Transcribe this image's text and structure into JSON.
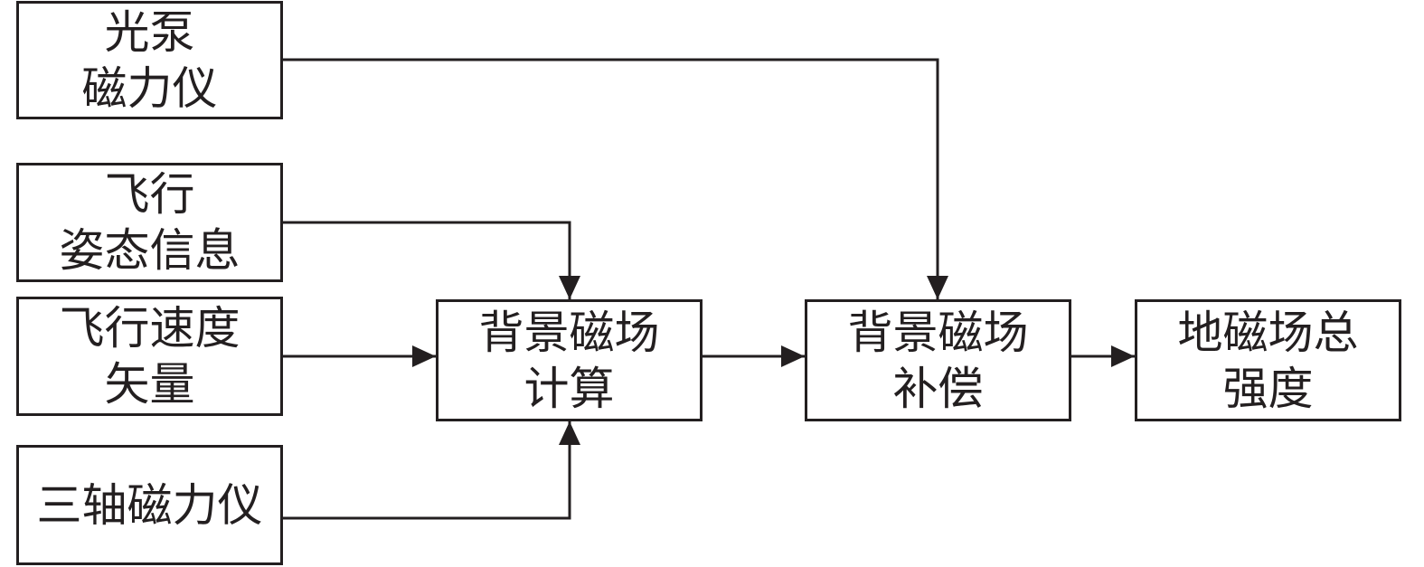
{
  "colors": {
    "stroke": "#231f20",
    "text": "#231f20",
    "background": "#ffffff"
  },
  "nodes": {
    "optical_pump_magnetometer": {
      "lines": [
        "光泵",
        "磁力仪"
      ]
    },
    "flight_attitude": {
      "lines": [
        "飞行",
        "姿态信息"
      ]
    },
    "flight_velocity": {
      "lines": [
        "飞行速度",
        "矢量"
      ]
    },
    "triaxial_magnetometer": {
      "lines": [
        "三轴磁力仪"
      ]
    },
    "background_field_calc": {
      "lines": [
        "背景磁场",
        "计算"
      ]
    },
    "background_field_comp": {
      "lines": [
        "背景磁场",
        "补偿"
      ]
    },
    "total_field_intensity": {
      "lines": [
        "地磁场总",
        "强度"
      ]
    }
  },
  "edges": [
    {
      "from": "optical_pump_magnetometer",
      "to": "background_field_comp"
    },
    {
      "from": "flight_attitude",
      "to": "background_field_calc"
    },
    {
      "from": "flight_velocity",
      "to": "background_field_calc"
    },
    {
      "from": "triaxial_magnetometer",
      "to": "background_field_calc"
    },
    {
      "from": "background_field_calc",
      "to": "background_field_comp"
    },
    {
      "from": "background_field_comp",
      "to": "total_field_intensity"
    }
  ]
}
